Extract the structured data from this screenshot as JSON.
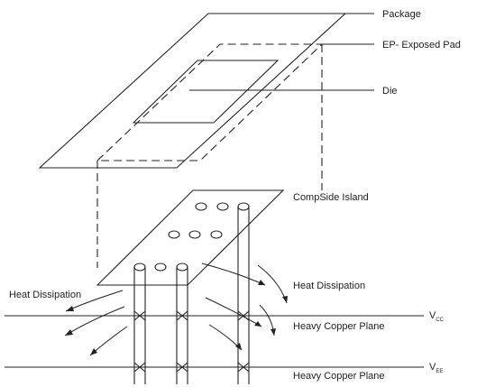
{
  "labels": {
    "package": "Package",
    "exposed_pad": "EP- Exposed Pad",
    "die": "Die",
    "compside_island": "CompSide Island",
    "heat_dissipation_left": "Heat Dissipation",
    "heat_dissipation_right": "Heat Dissipation",
    "vcc_main": "V",
    "vcc_sub": "CC",
    "vee_main": "V",
    "vee_sub": "EE",
    "plane_top": "Heavy Copper Plane",
    "plane_bottom": "Heavy Copper Plane"
  }
}
